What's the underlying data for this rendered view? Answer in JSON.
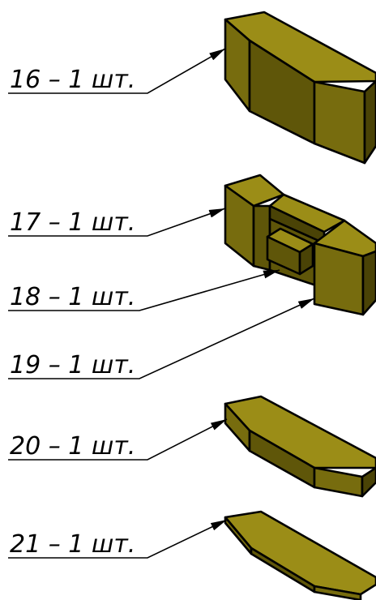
{
  "colors": {
    "face_top": "#9b8d17",
    "face_front": "#5f5609",
    "face_side": "#776c0e",
    "face_dark": "#4a4306",
    "outline": "#000000"
  },
  "callouts": [
    {
      "id": "16",
      "label": "16 – 1 шт."
    },
    {
      "id": "17",
      "label": "17 – 1 шт."
    },
    {
      "id": "18",
      "label": "18 – 1 шт."
    },
    {
      "id": "19",
      "label": "19 – 1 шт."
    },
    {
      "id": "20",
      "label": "20 – 1 шт."
    },
    {
      "id": "21",
      "label": "21 – 1 шт."
    }
  ]
}
